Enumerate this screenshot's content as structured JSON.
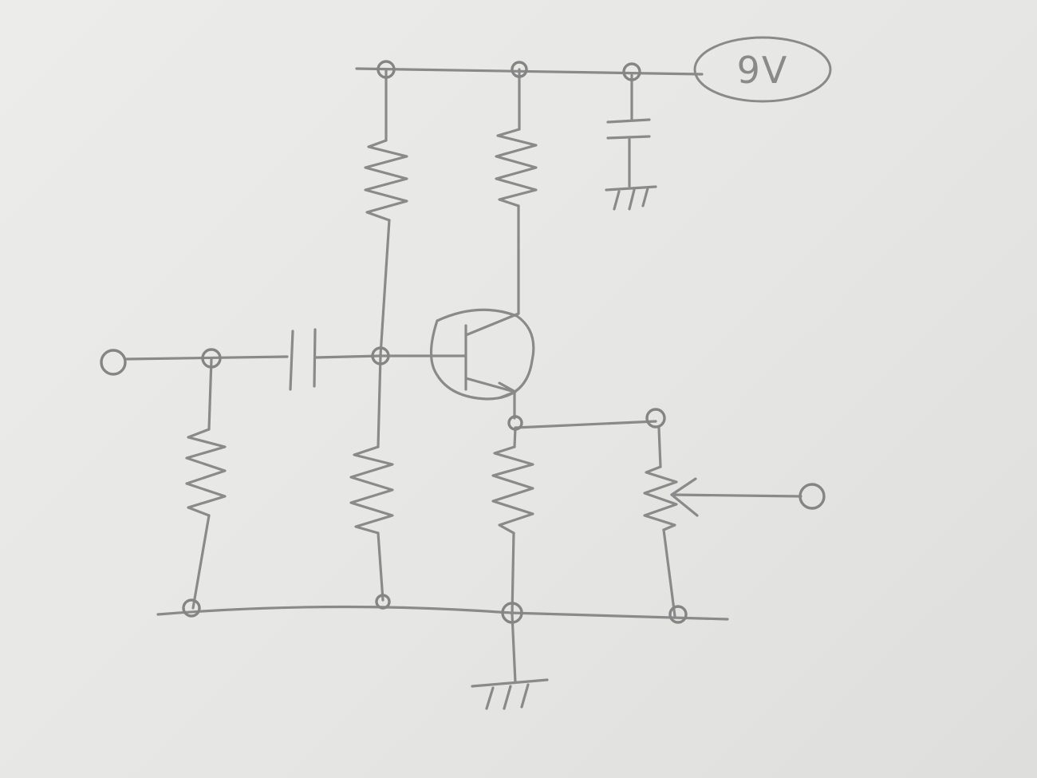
{
  "supply_label": "9V",
  "colors": {
    "paper": "#e9e9e7",
    "pencil": "#8a8a8a"
  },
  "components": {
    "supply_rail": "supply-rail",
    "ground_rail": "ground-rail",
    "bias_resistor_top": "resistor",
    "bias_resistor_bottom": "resistor",
    "collector_resistor": "resistor",
    "emitter_resistor": "resistor",
    "input_resistor": "resistor",
    "output_potentiometer": "potentiometer",
    "coupling_capacitor": "capacitor",
    "decoupling_capacitor": "capacitor",
    "transistor": "npn-transistor",
    "ground_symbols": [
      "ground-icon",
      "ground-icon"
    ]
  }
}
